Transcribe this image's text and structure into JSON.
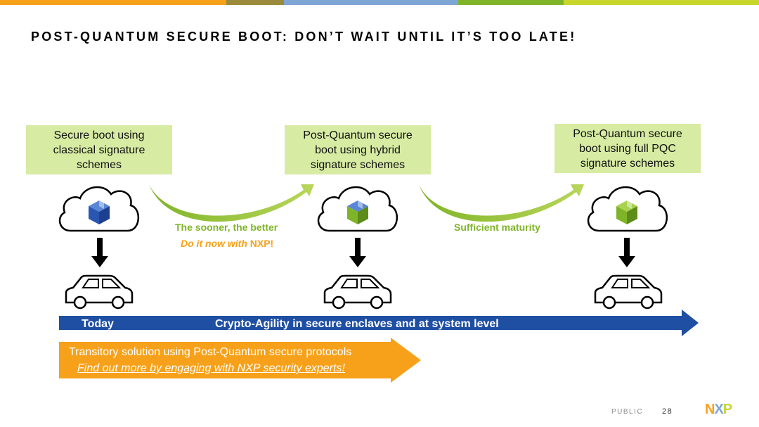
{
  "colors": {
    "topbar": [
      "#f7a11a",
      "#9b8a3a",
      "#7ea6d4",
      "#7fb428",
      "#c8d62b"
    ],
    "box_fill": "#d7eba3",
    "green_text": "#7fb428",
    "orange": "#f7a11a",
    "blue_arrow": "#1f4fa3"
  },
  "title": "POST-QUANTUM SECURE BOOT: DON’T WAIT UNTIL IT’S TOO LATE!",
  "stages": [
    {
      "label": "Secure boot using\nclassical signature\nschemes",
      "cube_icon": "blue-cube-icon"
    },
    {
      "label": "Post-Quantum secure\nboot using hybrid\nsignature schemes",
      "cube_icon": "hybrid-cube-icon"
    },
    {
      "label": "Post-Quantum secure\nboot using full PQC\nsignature schemes",
      "cube_icon": "green-cube-icon"
    }
  ],
  "transitions": {
    "first": {
      "line1": "The sooner, the better",
      "line2_italic": "Do it now with ",
      "line2_brand": "NXP!"
    },
    "second": {
      "label": "Sufficient maturity"
    }
  },
  "timeline": {
    "start_label": "Today",
    "main_label": "Crypto-Agility in secure enclaves and at system level"
  },
  "transitory": {
    "line1": "Transitory solution using Post-Quantum secure protocols",
    "line2": "Find out more by engaging with NXP security experts!"
  },
  "footer": {
    "classification": "PUBLIC",
    "page_number": "28",
    "logo": [
      "N",
      "X",
      "P"
    ],
    "logo_colors": [
      "#f7a11a",
      "#7ea6d4",
      "#c8d62b"
    ]
  }
}
